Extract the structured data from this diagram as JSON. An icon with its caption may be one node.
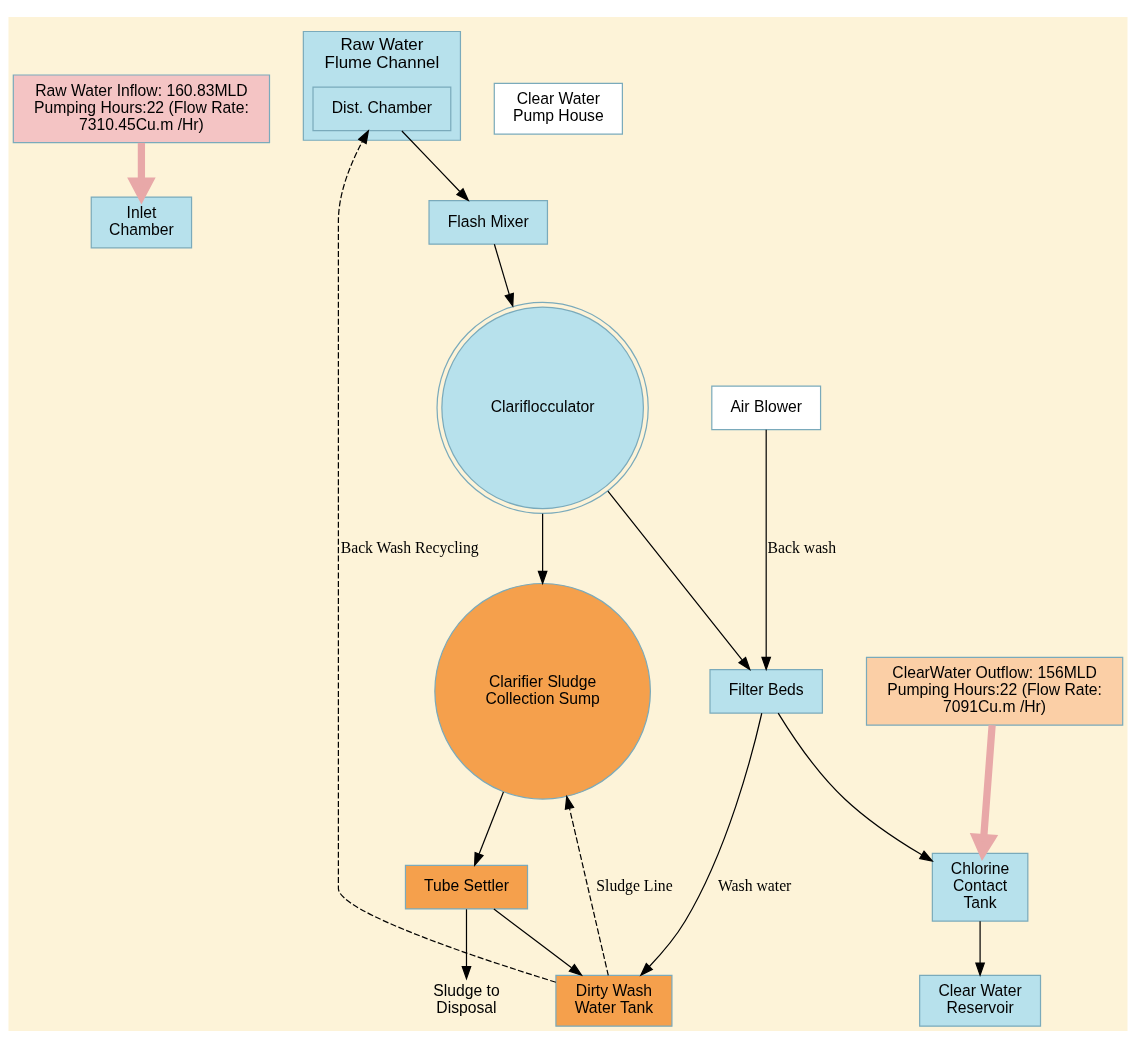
{
  "diagram": {
    "nodes": [
      {
        "text": [
          "Raw Water Inflow: 160.83MLD Pumping Hours:22 (Flow Rate: 7310.45Cu.m /Hr)"
        ]
      },
      {
        "text": [
          "Inlet Chamber"
        ]
      },
      {
        "text": [
          "Raw Water Flume Channel"
        ]
      },
      {
        "text": [
          "Dist. Chamber"
        ],
        "in": 2
      },
      {
        "text": [
          "Flash Mixer"
        ]
      },
      {
        "text": [
          "Clariflocculator"
        ]
      },
      {
        "text": [
          "Clarifier Sludge Collection Sump"
        ]
      },
      {
        "text": [
          "Tube Settler"
        ]
      },
      {
        "text": [
          "Sludge to Disposal"
        ]
      },
      {
        "text": [
          "Filter Beds"
        ]
      },
      {
        "text": [
          "Dirty Wash Water Tank"
        ]
      },
      {
        "text": [
          "Air Blower"
        ]
      },
      {
        "text": [
          "Chlorine Contact Tank"
        ]
      },
      {
        "text": [
          "Clear Water Reservoir"
        ]
      },
      {
        "text": [
          "Clear Water Pump House"
        ]
      },
      {
        "text": [
          "ClearWater Outflow: 156MLD Pumping Hours:22 (Flow Rate: 7091Cu.m /Hr)"
        ]
      }
    ],
    "edges": [
      {
        "from": 0,
        "to": 1,
        "arrow": "to",
        "style": "thick",
        "color": "#e8a8a8"
      },
      {
        "from": 3,
        "to": 4,
        "arrow": "to"
      },
      {
        "from": 4,
        "to": 5,
        "arrow": "to"
      },
      {
        "from": 5,
        "to": 6,
        "arrow": "to"
      },
      {
        "from": 6,
        "to": 7,
        "arrow": "to"
      },
      {
        "from": 7,
        "to": 8,
        "arrow": "to"
      },
      {
        "from": 7,
        "to": 10,
        "arrow": "to"
      },
      {
        "from": 5,
        "to": 9,
        "arrow": "to"
      },
      {
        "from": 9,
        "to": 10,
        "arrow": "to",
        "label": "Wash water"
      },
      {
        "from": 11,
        "to": 9,
        "arrow": "to",
        "label": "Back wash"
      },
      {
        "from": 9,
        "to": 12,
        "arrow": "to"
      },
      {
        "from": 12,
        "to": 13,
        "arrow": "to"
      },
      {
        "from": 15,
        "to": 12,
        "arrow": "to",
        "style": "thick",
        "color": "#e8a8a8"
      },
      {
        "from": 10,
        "to": 6,
        "arrow": "to",
        "style": "dashed",
        "label": "Sludge Line"
      },
      {
        "from": 10,
        "to": 3,
        "arrow": "to",
        "style": "dashed",
        "label": "Back Wash Recycling"
      }
    ]
  }
}
